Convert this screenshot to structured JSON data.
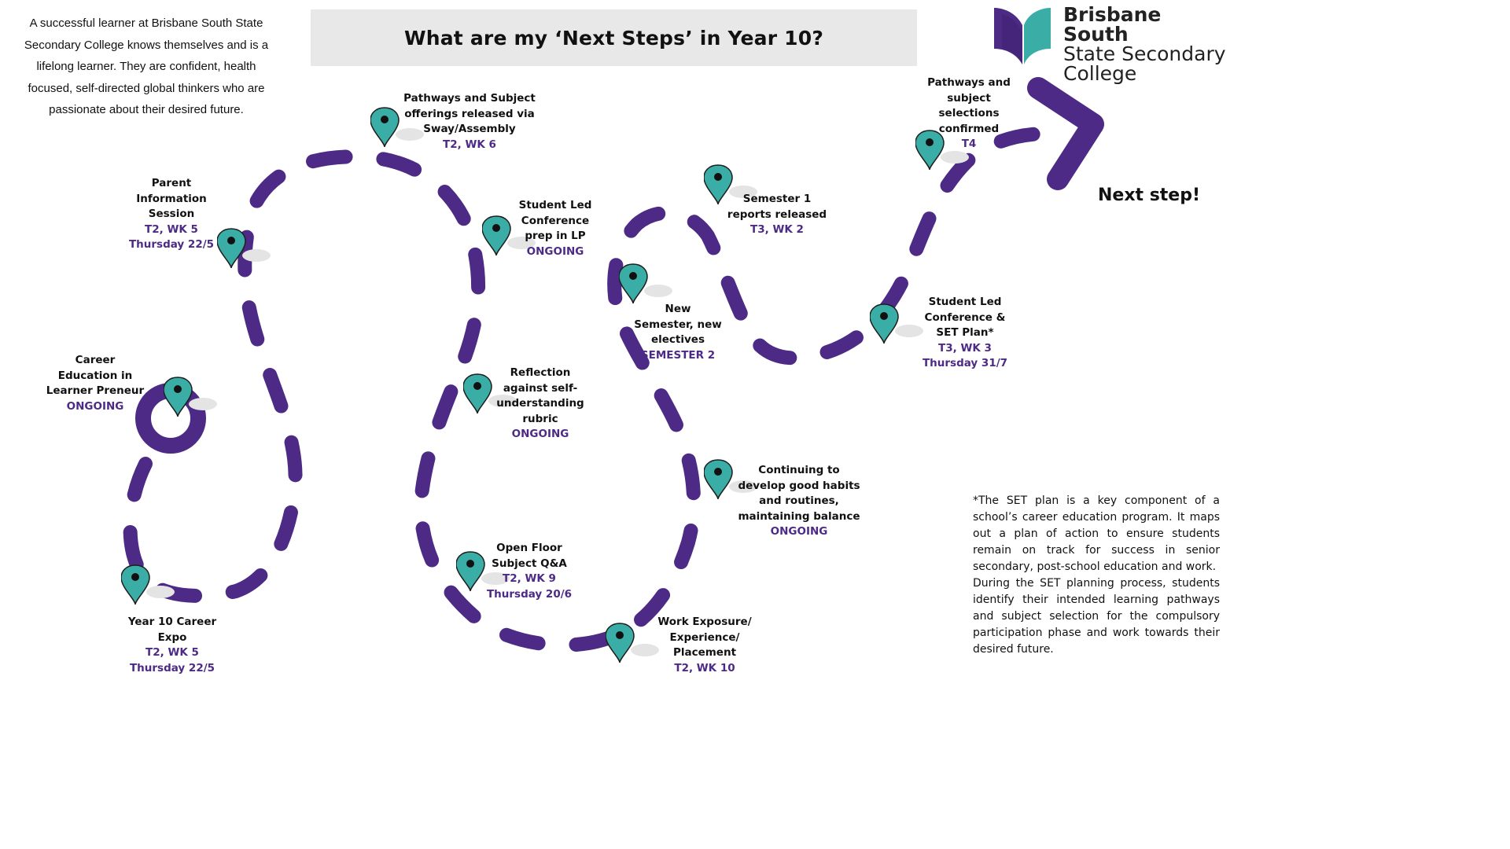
{
  "intro_text": "A successful learner at Brisbane South State Secondary College knows themselves and is a lifelong learner. They are confident, health focused, self-directed global thinkers who are passionate about their desired future.",
  "title": "What are my ‘Next Steps’ in Year 10?",
  "logo": {
    "line1": "Brisbane South",
    "line2": "State Secondary",
    "line3": "College",
    "icon": "open-book-logo-icon"
  },
  "colors": {
    "path_purple": "#4c2a85",
    "pin_teal": "#3aaea6",
    "date_purple": "#4c2a85",
    "title_bg": "#e8e8e8"
  },
  "milestones": [
    {
      "id": "career-education",
      "title": "Career Education in Learner Preneur",
      "date": "ONGOING"
    },
    {
      "id": "parent-info",
      "title": "Parent Information Session",
      "date": "T2, WK 5",
      "date2": "Thursday 22/5"
    },
    {
      "id": "pathways-released",
      "title": "Pathways and Subject offerings released via Sway/Assembly",
      "date": "T2, WK 6"
    },
    {
      "id": "slc-prep",
      "title": "Student Led Conference prep in LP",
      "date": "ONGOING"
    },
    {
      "id": "reflection",
      "title": "Reflection against self-understanding rubric",
      "date": "ONGOING"
    },
    {
      "id": "open-floor",
      "title": "Open Floor Subject Q&A",
      "date": "T2, WK 9",
      "date2": "Thursday 20/6"
    },
    {
      "id": "career-expo",
      "title": "Year 10 Career Expo",
      "date": "T2, WK 5",
      "date2": "Thursday 22/5"
    },
    {
      "id": "work-exposure",
      "title": "Work Exposure/ Experience/ Placement",
      "date": "T2, WK 10"
    },
    {
      "id": "habits",
      "title": "Continuing to develop good habits and routines, maintaining balance",
      "date": "ONGOING"
    },
    {
      "id": "new-semester",
      "title": "New Semester, new electives",
      "date": "SEMESTER 2"
    },
    {
      "id": "sem1-reports",
      "title": "Semester 1 reports released",
      "date": "T3, WK 2"
    },
    {
      "id": "slc-set",
      "title": "Student Led Conference & SET Plan*",
      "date": "T3, WK 3",
      "date2": "Thursday 31/7"
    },
    {
      "id": "pathways-confirmed",
      "title": "Pathways and subject selections confirmed",
      "date": "T4"
    }
  ],
  "next_step": "Next step!",
  "footnote": {
    "p1": "*The SET plan is a key component of a school’s career education program. It maps out a plan of action to ensure students remain on track for success in senior secondary, post-school education and work.",
    "p2": "During the SET planning process, students identify their intended learning pathways and subject selection for the compulsory participation phase and work towards their desired future."
  }
}
